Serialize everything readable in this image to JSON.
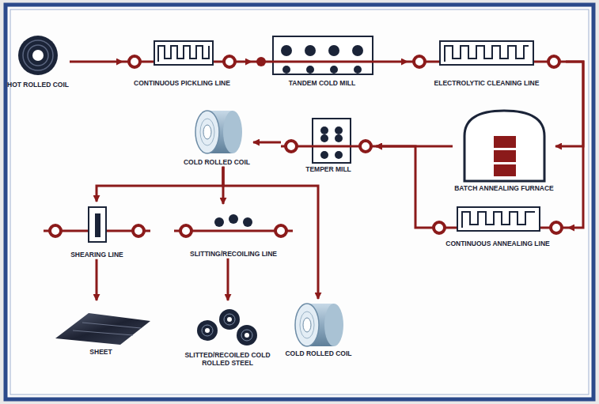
{
  "diagram": {
    "nodes": [
      {
        "text": [
          "HOT ROLLED COIL"
        ]
      },
      {
        "text": [
          "CONTINUOUS PICKLING LINE"
        ]
      },
      {
        "text": [
          "TANDEM COLD MILL"
        ]
      },
      {
        "text": [
          "ELECTROLYTIC CLEANING LINE"
        ]
      },
      {
        "text": [
          "COLD ROLLED COIL"
        ]
      },
      {
        "text": [
          "TEMPER MILL"
        ]
      },
      {
        "text": [
          "BATCH ANNEALING FURNACE"
        ]
      },
      {
        "text": [
          "CONTINUOUS ANNEALING LINE"
        ]
      },
      {
        "text": [
          "SHEARING LINE"
        ]
      },
      {
        "text": [
          "SLITTING/RECOILING LINE"
        ]
      },
      {
        "text": [
          "SHEET"
        ]
      },
      {
        "text": [
          "SLITTED/RECOILED COLD ROLLED STEEL"
        ]
      },
      {
        "text": [
          "COLD ROLLED COIL"
        ]
      }
    ],
    "edges": [
      {
        "from": 0,
        "to": 1,
        "arrow": "to"
      },
      {
        "from": 1,
        "to": 2,
        "arrow": "to"
      },
      {
        "from": 2,
        "to": 3,
        "arrow": "to"
      },
      {
        "from": 3,
        "to": 6,
        "arrow": "to"
      },
      {
        "from": 3,
        "to": 7,
        "arrow": "to"
      },
      {
        "from": 6,
        "to": 5,
        "arrow": "to"
      },
      {
        "from": 7,
        "to": 5,
        "arrow": "to"
      },
      {
        "from": 5,
        "to": 4,
        "arrow": "to"
      },
      {
        "from": 4,
        "to": 8,
        "arrow": "to"
      },
      {
        "from": 4,
        "to": 9,
        "arrow": "to"
      },
      {
        "from": 4,
        "to": 12,
        "arrow": "to"
      },
      {
        "from": 8,
        "to": 10,
        "arrow": "to"
      },
      {
        "from": 9,
        "to": 11,
        "arrow": "to"
      }
    ]
  }
}
